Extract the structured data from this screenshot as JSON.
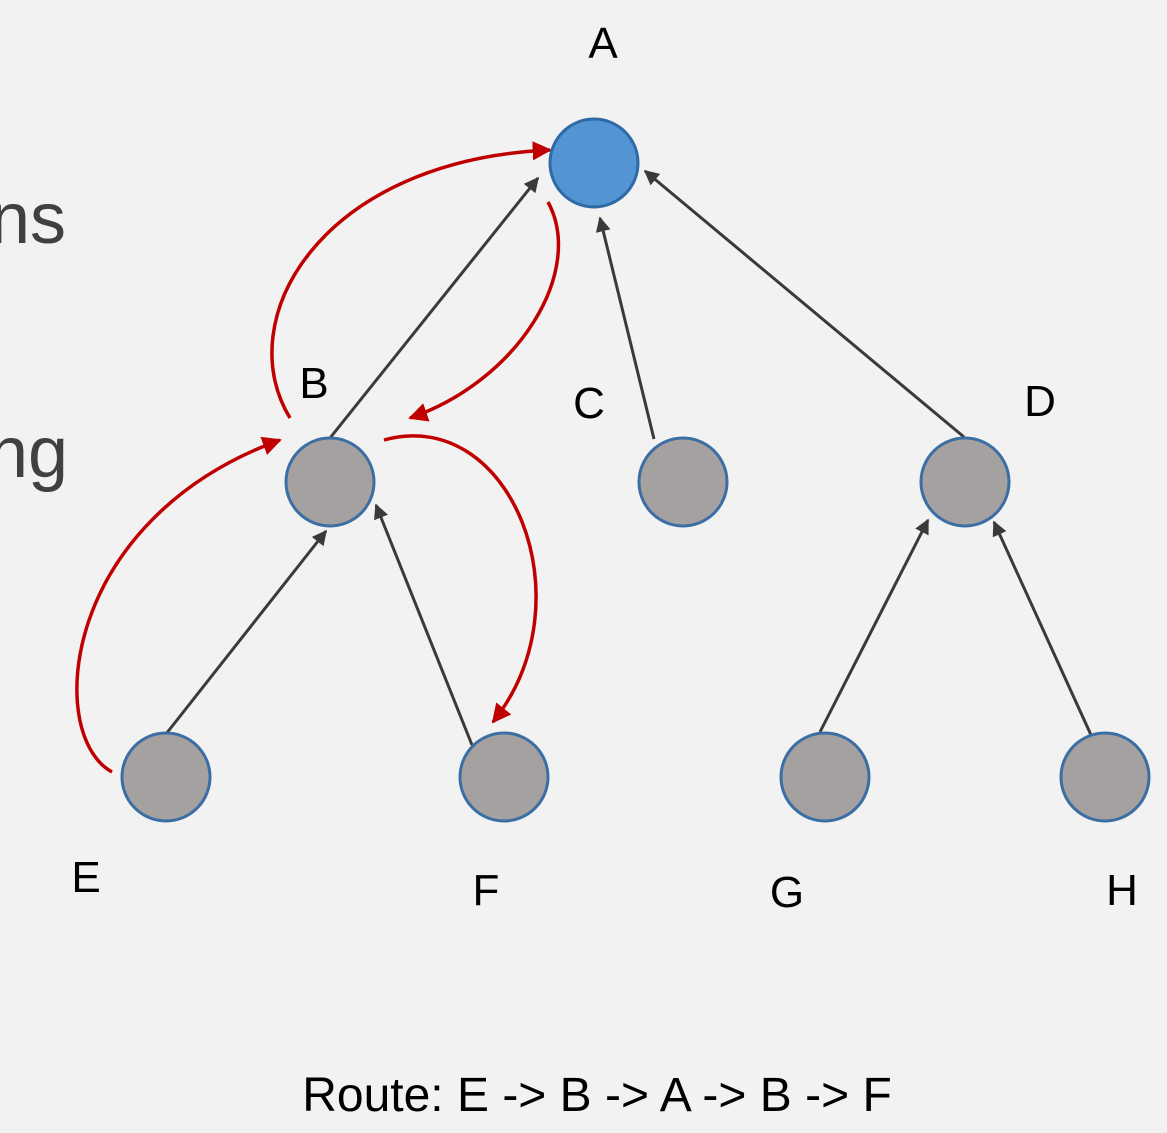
{
  "partial_text": [
    "ns",
    "ng"
  ],
  "nodes": [
    {
      "id": "A",
      "label": "A",
      "fill": "#5295d2",
      "stroke": "#2e6aa6"
    },
    {
      "id": "B",
      "label": "B",
      "fill": "#a5a1a1",
      "stroke": "#3b6ea3"
    },
    {
      "id": "C",
      "label": "C",
      "fill": "#a5a1a1",
      "stroke": "#3b6ea3"
    },
    {
      "id": "D",
      "label": "D",
      "fill": "#a5a1a1",
      "stroke": "#3b6ea3"
    },
    {
      "id": "E",
      "label": "E",
      "fill": "#a5a1a1",
      "stroke": "#3b6ea3"
    },
    {
      "id": "F",
      "label": "F",
      "fill": "#a5a1a1",
      "stroke": "#3b6ea3"
    },
    {
      "id": "G",
      "label": "G",
      "fill": "#a5a1a1",
      "stroke": "#3b6ea3"
    },
    {
      "id": "H",
      "label": "H",
      "fill": "#a5a1a1",
      "stroke": "#3b6ea3"
    }
  ],
  "edges": [
    {
      "from": "B",
      "to": "A"
    },
    {
      "from": "C",
      "to": "A"
    },
    {
      "from": "D",
      "to": "A"
    },
    {
      "from": "E",
      "to": "B"
    },
    {
      "from": "F",
      "to": "B"
    },
    {
      "from": "G",
      "to": "D"
    },
    {
      "from": "H",
      "to": "D"
    }
  ],
  "route": [
    "E",
    "B",
    "A",
    "B",
    "F"
  ],
  "route_caption": "Route: E -> B -> A -> B -> F",
  "colors": {
    "edge": "#3a3a3a",
    "route": "#c00000",
    "text": "#000000",
    "partial_text": "#404040"
  }
}
